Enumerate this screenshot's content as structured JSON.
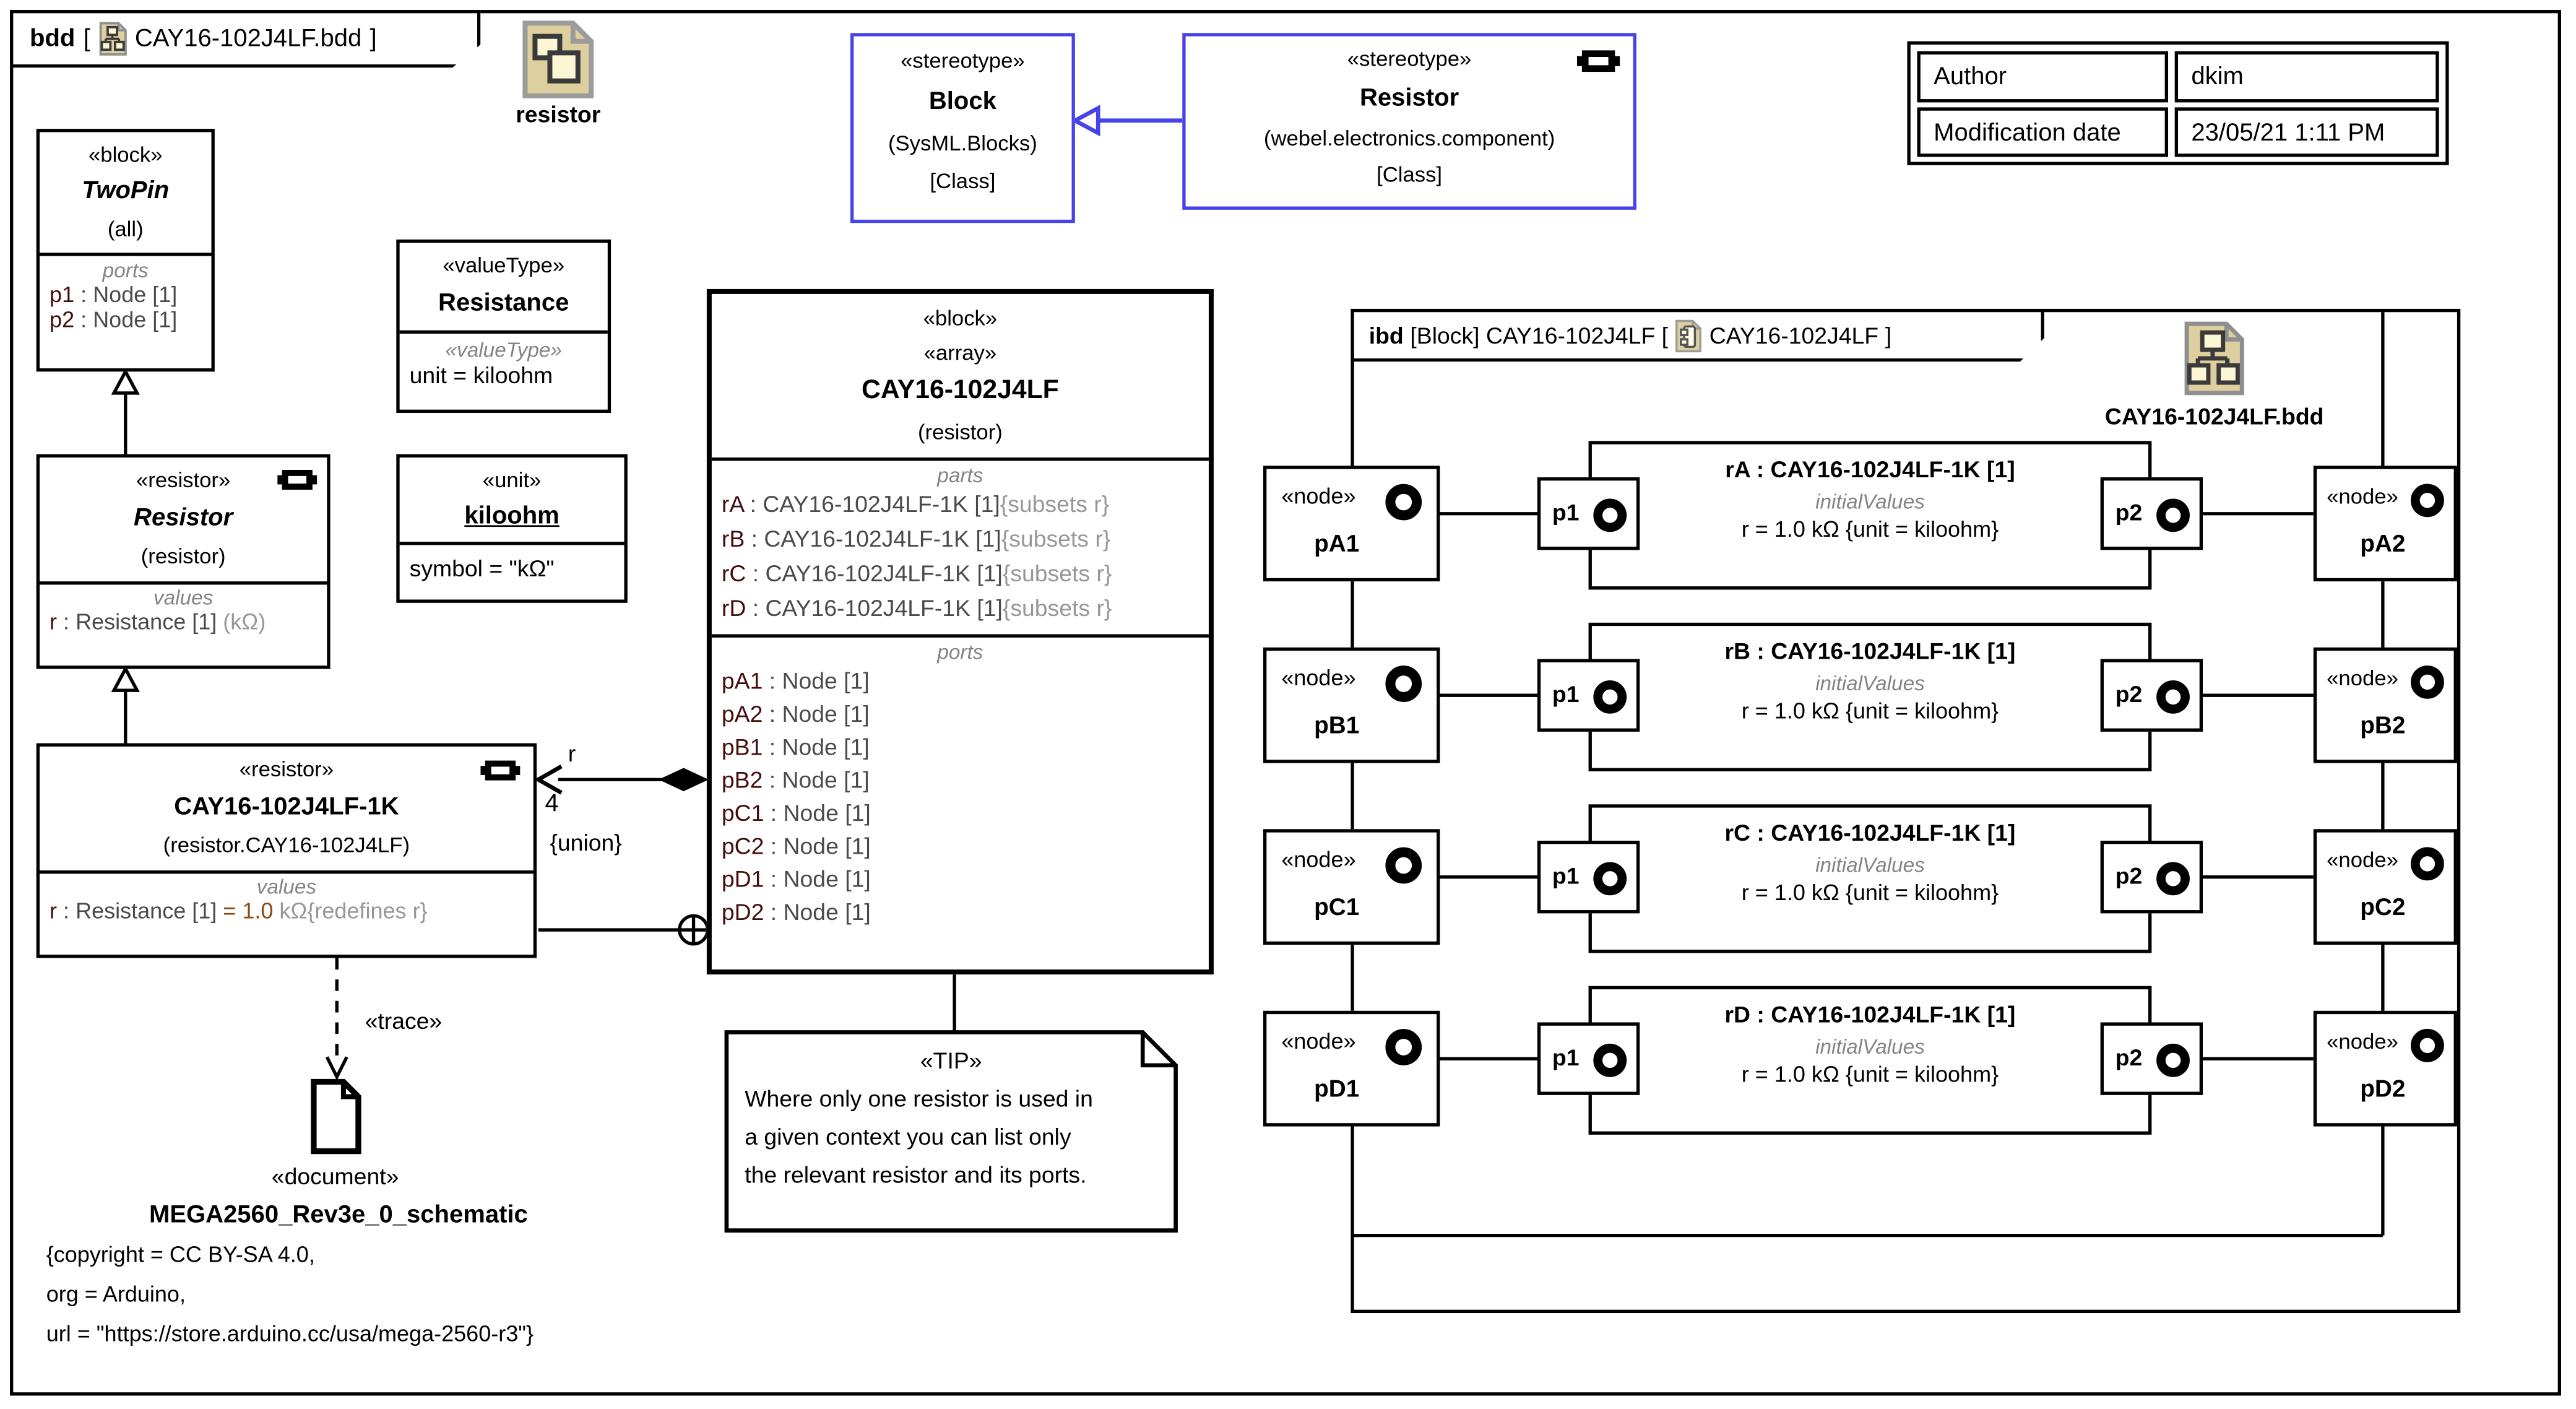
{
  "colors": {
    "accent_blue": "#4743ea",
    "maroon": "#450c0c",
    "gray_label": "#848484",
    "dark_gray": "#4a4a4a",
    "light_gray": "#979797",
    "brown_value": "#8a4a10",
    "tan_icon": "#decf9f"
  },
  "frame": {
    "kind": "bdd",
    "open": "[",
    "name": "CAY16-102J4LF.bdd",
    "close": "]"
  },
  "package": {
    "label": "resistor"
  },
  "stereo_block": {
    "stereotype": "«stereotype»",
    "name": "Block",
    "namespace": "(SysML.Blocks)",
    "meta": "[Class]"
  },
  "stereo_resistor": {
    "stereotype": "«stereotype»",
    "name": "Resistor",
    "namespace": "(webel.electronics.component)",
    "meta": "[Class]"
  },
  "author_table": {
    "rows": [
      {
        "label": "Author",
        "value": "dkim"
      },
      {
        "label": "Modification date",
        "value": "23/05/21 1:11 PM"
      }
    ]
  },
  "two_pin": {
    "stereotype": "«block»",
    "name": "TwoPin",
    "qualifier": "(all)",
    "compartment": "ports",
    "ports": [
      {
        "name": "p1",
        "type": " : Node [1]"
      },
      {
        "name": "p2",
        "type": " : Node [1]"
      }
    ]
  },
  "resistance": {
    "stereotype": "«valueType»",
    "name": "Resistance",
    "inner_stereotype": "«valueType»",
    "unit_line": "unit = kiloohm"
  },
  "kiloohm": {
    "stereotype": "«unit»",
    "name": "kiloohm",
    "symbol_line": "symbol = \"kΩ\""
  },
  "resistor_block": {
    "stereotype": "«resistor»",
    "name": "Resistor",
    "qualifier": "(resistor)",
    "compartment": "values",
    "value": {
      "name": "r",
      "type": " : Resistance [1] ",
      "suffix": "(kΩ)"
    }
  },
  "cay_1k": {
    "stereotype": "«resistor»",
    "name": "CAY16-102J4LF-1K",
    "qualifier": "(resistor.CAY16-102J4LF)",
    "compartment": "values",
    "value": {
      "name": "r",
      "type": " : Resistance [1] ",
      "assign": "= 1.0",
      "unit": " kΩ",
      "constraint": "{redefines r}"
    }
  },
  "array_block": {
    "stereotype1": "«block»",
    "stereotype2": "«array»",
    "name": "CAY16-102J4LF",
    "qualifier": "(resistor)",
    "parts_label": "parts",
    "parts": [
      {
        "name": "rA",
        "type": " : CAY16-102J4LF-1K [1]",
        "constraint": "{subsets r}"
      },
      {
        "name": "rB",
        "type": " : CAY16-102J4LF-1K [1]",
        "constraint": "{subsets r}"
      },
      {
        "name": "rC",
        "type": " : CAY16-102J4LF-1K [1]",
        "constraint": "{subsets r}"
      },
      {
        "name": "rD",
        "type": " : CAY16-102J4LF-1K [1]",
        "constraint": "{subsets r}"
      }
    ],
    "ports_label": "ports",
    "ports": [
      {
        "name": "pA1",
        "type": " : Node [1]"
      },
      {
        "name": "pA2",
        "type": " : Node [1]"
      },
      {
        "name": "pB1",
        "type": " : Node [1]"
      },
      {
        "name": "pB2",
        "type": " : Node [1]"
      },
      {
        "name": "pC1",
        "type": " : Node [1]"
      },
      {
        "name": "pC2",
        "type": " : Node [1]"
      },
      {
        "name": "pD1",
        "type": " : Node [1]"
      },
      {
        "name": "pD2",
        "type": " : Node [1]"
      }
    ]
  },
  "association": {
    "role": "r",
    "multiplicity": "4",
    "constraint": "{union}"
  },
  "trace": {
    "label": "«trace»",
    "doc_stereotype": "«document»",
    "doc_name": "MEGA2560_Rev3e_0_schematic",
    "constraints": [
      "{copyright = CC BY-SA 4.0,",
      "org = Arduino,",
      "url = \"https://store.arduino.cc/usa/mega-2560-r3\"}"
    ]
  },
  "tip": {
    "stereotype": "«TIP»",
    "lines": [
      "Where only one resistor is used in",
      "a given context you can list only",
      "the relevant resistor and its ports."
    ]
  },
  "ibd": {
    "kind": "ibd",
    "meta": "[Block] CAY16-102J4LF [",
    "name": "CAY16-102J4LF",
    "close": "]",
    "icon_label": "CAY16-102J4LF.bdd",
    "node_stereotype": "«node»",
    "port1": "p1",
    "port2": "p2",
    "initial_values_label": "initialValues",
    "value_line": "r = 1.0 kΩ {unit = kiloohm}",
    "rows": [
      {
        "title": "rA : CAY16-102J4LF-1K [1]",
        "left": "pA1",
        "right": "pA2"
      },
      {
        "title": "rB : CAY16-102J4LF-1K [1]",
        "left": "pB1",
        "right": "pB2"
      },
      {
        "title": "rC : CAY16-102J4LF-1K [1]",
        "left": "pC1",
        "right": "pC2"
      },
      {
        "title": "rD : CAY16-102J4LF-1K [1]",
        "left": "pD1",
        "right": "pD2"
      }
    ]
  }
}
